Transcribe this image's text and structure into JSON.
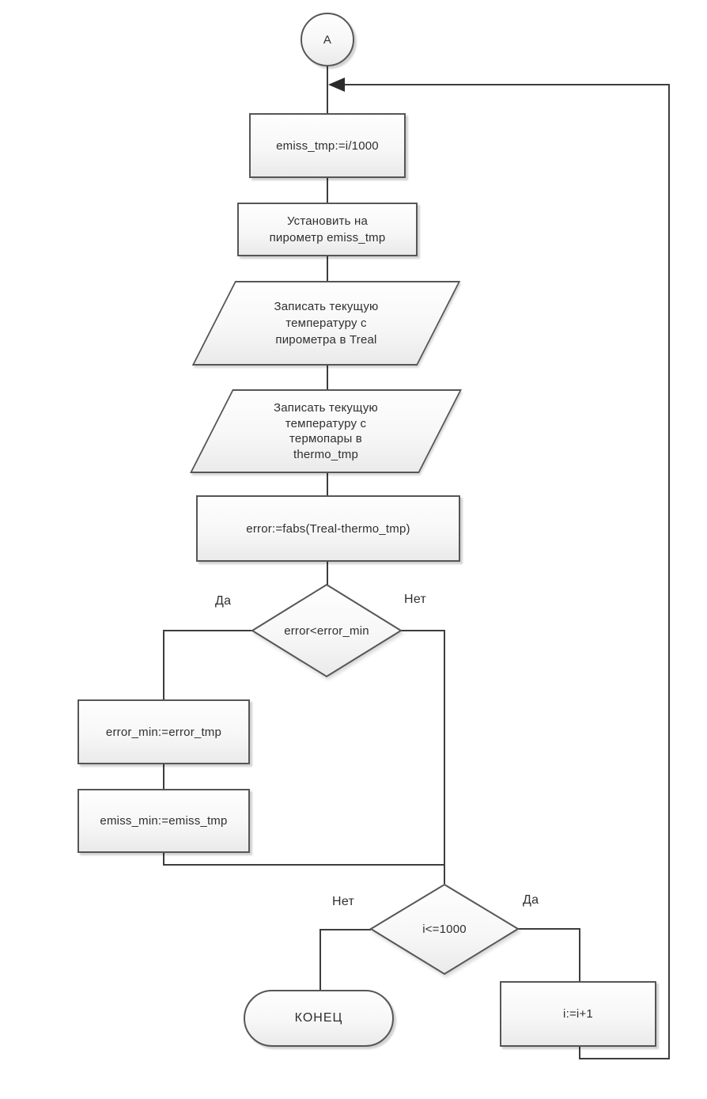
{
  "diagram": {
    "connector_label": "A",
    "nodes": {
      "emiss_tmp": {
        "type": "process",
        "label": "emiss_tmp:=i/1000"
      },
      "set_pyrometer": {
        "type": "process",
        "label": "Установить на\nпирометр emiss_tmp"
      },
      "read_pyrometer": {
        "type": "io",
        "label": "Записать текущую\nтемпературу с\nпирометра в Treal"
      },
      "read_thermocouple": {
        "type": "io",
        "label": "Записать текущую\nтемпературу с\nтермопары в\nthermo_tmp"
      },
      "calc_error": {
        "type": "process",
        "label": "error:=fabs(Treal-thermo_tmp)"
      },
      "decision_error": {
        "type": "decision",
        "label": "error<error_min",
        "branch_left": "Да",
        "branch_right": "Нет"
      },
      "assign_error_min": {
        "type": "process",
        "label": "error_min:=error_tmp"
      },
      "assign_emiss_min": {
        "type": "process",
        "label": "emiss_min:=emiss_tmp"
      },
      "decision_loop": {
        "type": "decision",
        "label": "i<=1000",
        "branch_left": "Нет",
        "branch_right": "Да"
      },
      "end": {
        "type": "terminator",
        "label": "КОНЕЦ"
      },
      "increment": {
        "type": "process",
        "label": "i:=i+1"
      }
    },
    "colors": {
      "background": "#ffffff",
      "shape_border": "#565656",
      "connector_line": "#3d3d3d",
      "fill_top": "#fefefe",
      "fill_bottom": "#eaeaea",
      "text": "#2f2f2f"
    }
  }
}
